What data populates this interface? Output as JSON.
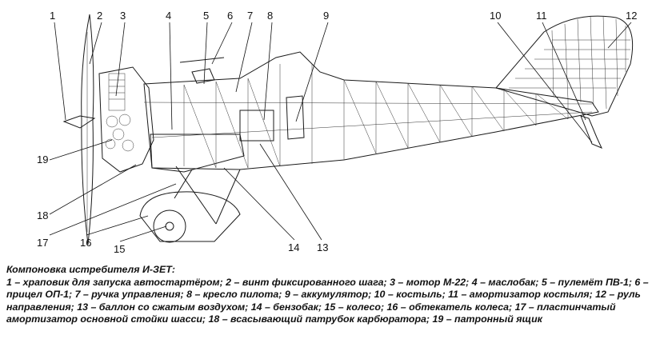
{
  "callouts": [
    {
      "n": "1"
    },
    {
      "n": "2"
    },
    {
      "n": "3"
    },
    {
      "n": "4"
    },
    {
      "n": "5"
    },
    {
      "n": "6"
    },
    {
      "n": "7"
    },
    {
      "n": "8"
    },
    {
      "n": "9"
    },
    {
      "n": "10"
    },
    {
      "n": "11"
    },
    {
      "n": "12"
    },
    {
      "n": "13"
    },
    {
      "n": "14"
    },
    {
      "n": "15"
    },
    {
      "n": "16"
    },
    {
      "n": "17"
    },
    {
      "n": "18"
    },
    {
      "n": "19"
    }
  ],
  "caption": {
    "title": "Компоновка истребителя И-ЗЕТ:",
    "body": "1 – храповик для запуска автостартёром; 2 – винт фиксированного шага; 3 – мотор М-22; 4 – маслобак; 5 – пулемёт ПВ-1; 6 – прицел ОП-1; 7 – ручка управления; 8 – кресло пилота; 9 – аккумулятор; 10 – костыль; 11 – амортизатор костыля; 12 – руль направления; 13 – баллон со сжатым воздухом; 14 – бензобак; 15 – колесо; 16 – обтекатель колеса; 17 – пластинчатый амортизатор основной стойки шасси; 18 – всасывающий патрубок карбюратора; 19 – патронный ящик"
  }
}
